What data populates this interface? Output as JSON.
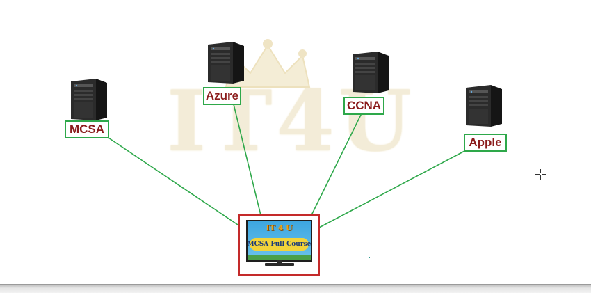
{
  "watermark": {
    "text": "IT4U"
  },
  "nodes": [
    {
      "id": "mcsa",
      "label": "MCSA"
    },
    {
      "id": "azure",
      "label": "Azure"
    },
    {
      "id": "ccna",
      "label": "CCNA"
    },
    {
      "id": "apple",
      "label": "Apple"
    }
  ],
  "monitor": {
    "title": "IT 4 U",
    "banner": "MCSA Full Course"
  },
  "colors": {
    "connector": "#2ea84a",
    "label_border": "#2ea84a",
    "label_text": "#8b1c1c",
    "monitor_border": "#c42a2a"
  },
  "icons": {
    "server": "server-tower-icon",
    "monitor": "monitor-icon",
    "cursor": "crosshair-cursor-icon",
    "watermark_crown": "crown-icon"
  }
}
